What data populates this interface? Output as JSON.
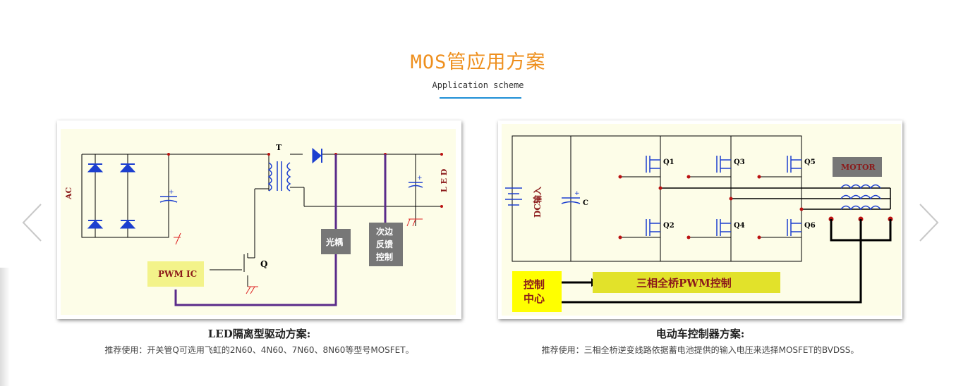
{
  "section": {
    "title": "MOS管应用方案",
    "subtitle": "Application scheme"
  },
  "nav": {
    "prev": "chevron-left-icon",
    "next": "chevron-right-icon"
  },
  "cards": [
    {
      "title": "LED隔离型驱动方案:",
      "description": "推荐使用：开关管Q可选用飞虹的2N60、4N60、7N60、8N60等型号MOSFET。",
      "diagram": {
        "ac": "AC",
        "t": "T",
        "led": "L E D",
        "pwm_ic": "PWM IC",
        "q": "Q",
        "optocoupler": "光耦",
        "secondary_feedback": [
          "次边",
          "反馈",
          "控制"
        ],
        "plus": "+"
      }
    },
    {
      "title": "电动车控制器方案:",
      "description": "推荐使用：三相全桥逆变线路依据蓄电池提供的输入电压来选择MOSFET的BVDSS。",
      "diagram": {
        "dc_input": "DC输入",
        "c": "C",
        "q1": "Q1",
        "q2": "Q2",
        "q3": "Q3",
        "q4": "Q4",
        "q5": "Q5",
        "q6": "Q6",
        "motor": "MOTOR",
        "control_center": [
          "控制",
          "中心"
        ],
        "pwm_control": "三相全桥PWM控制",
        "plus": "+"
      }
    }
  ],
  "colors": {
    "title": "#ee8f1d",
    "underline": "#1f8fd6",
    "diagram_bg": "#fdfde8",
    "diode": "#1c3fcf",
    "feedback_line": "#5a2b8a",
    "highlight_box": "#f3f38a",
    "gray_box": "#777777"
  }
}
